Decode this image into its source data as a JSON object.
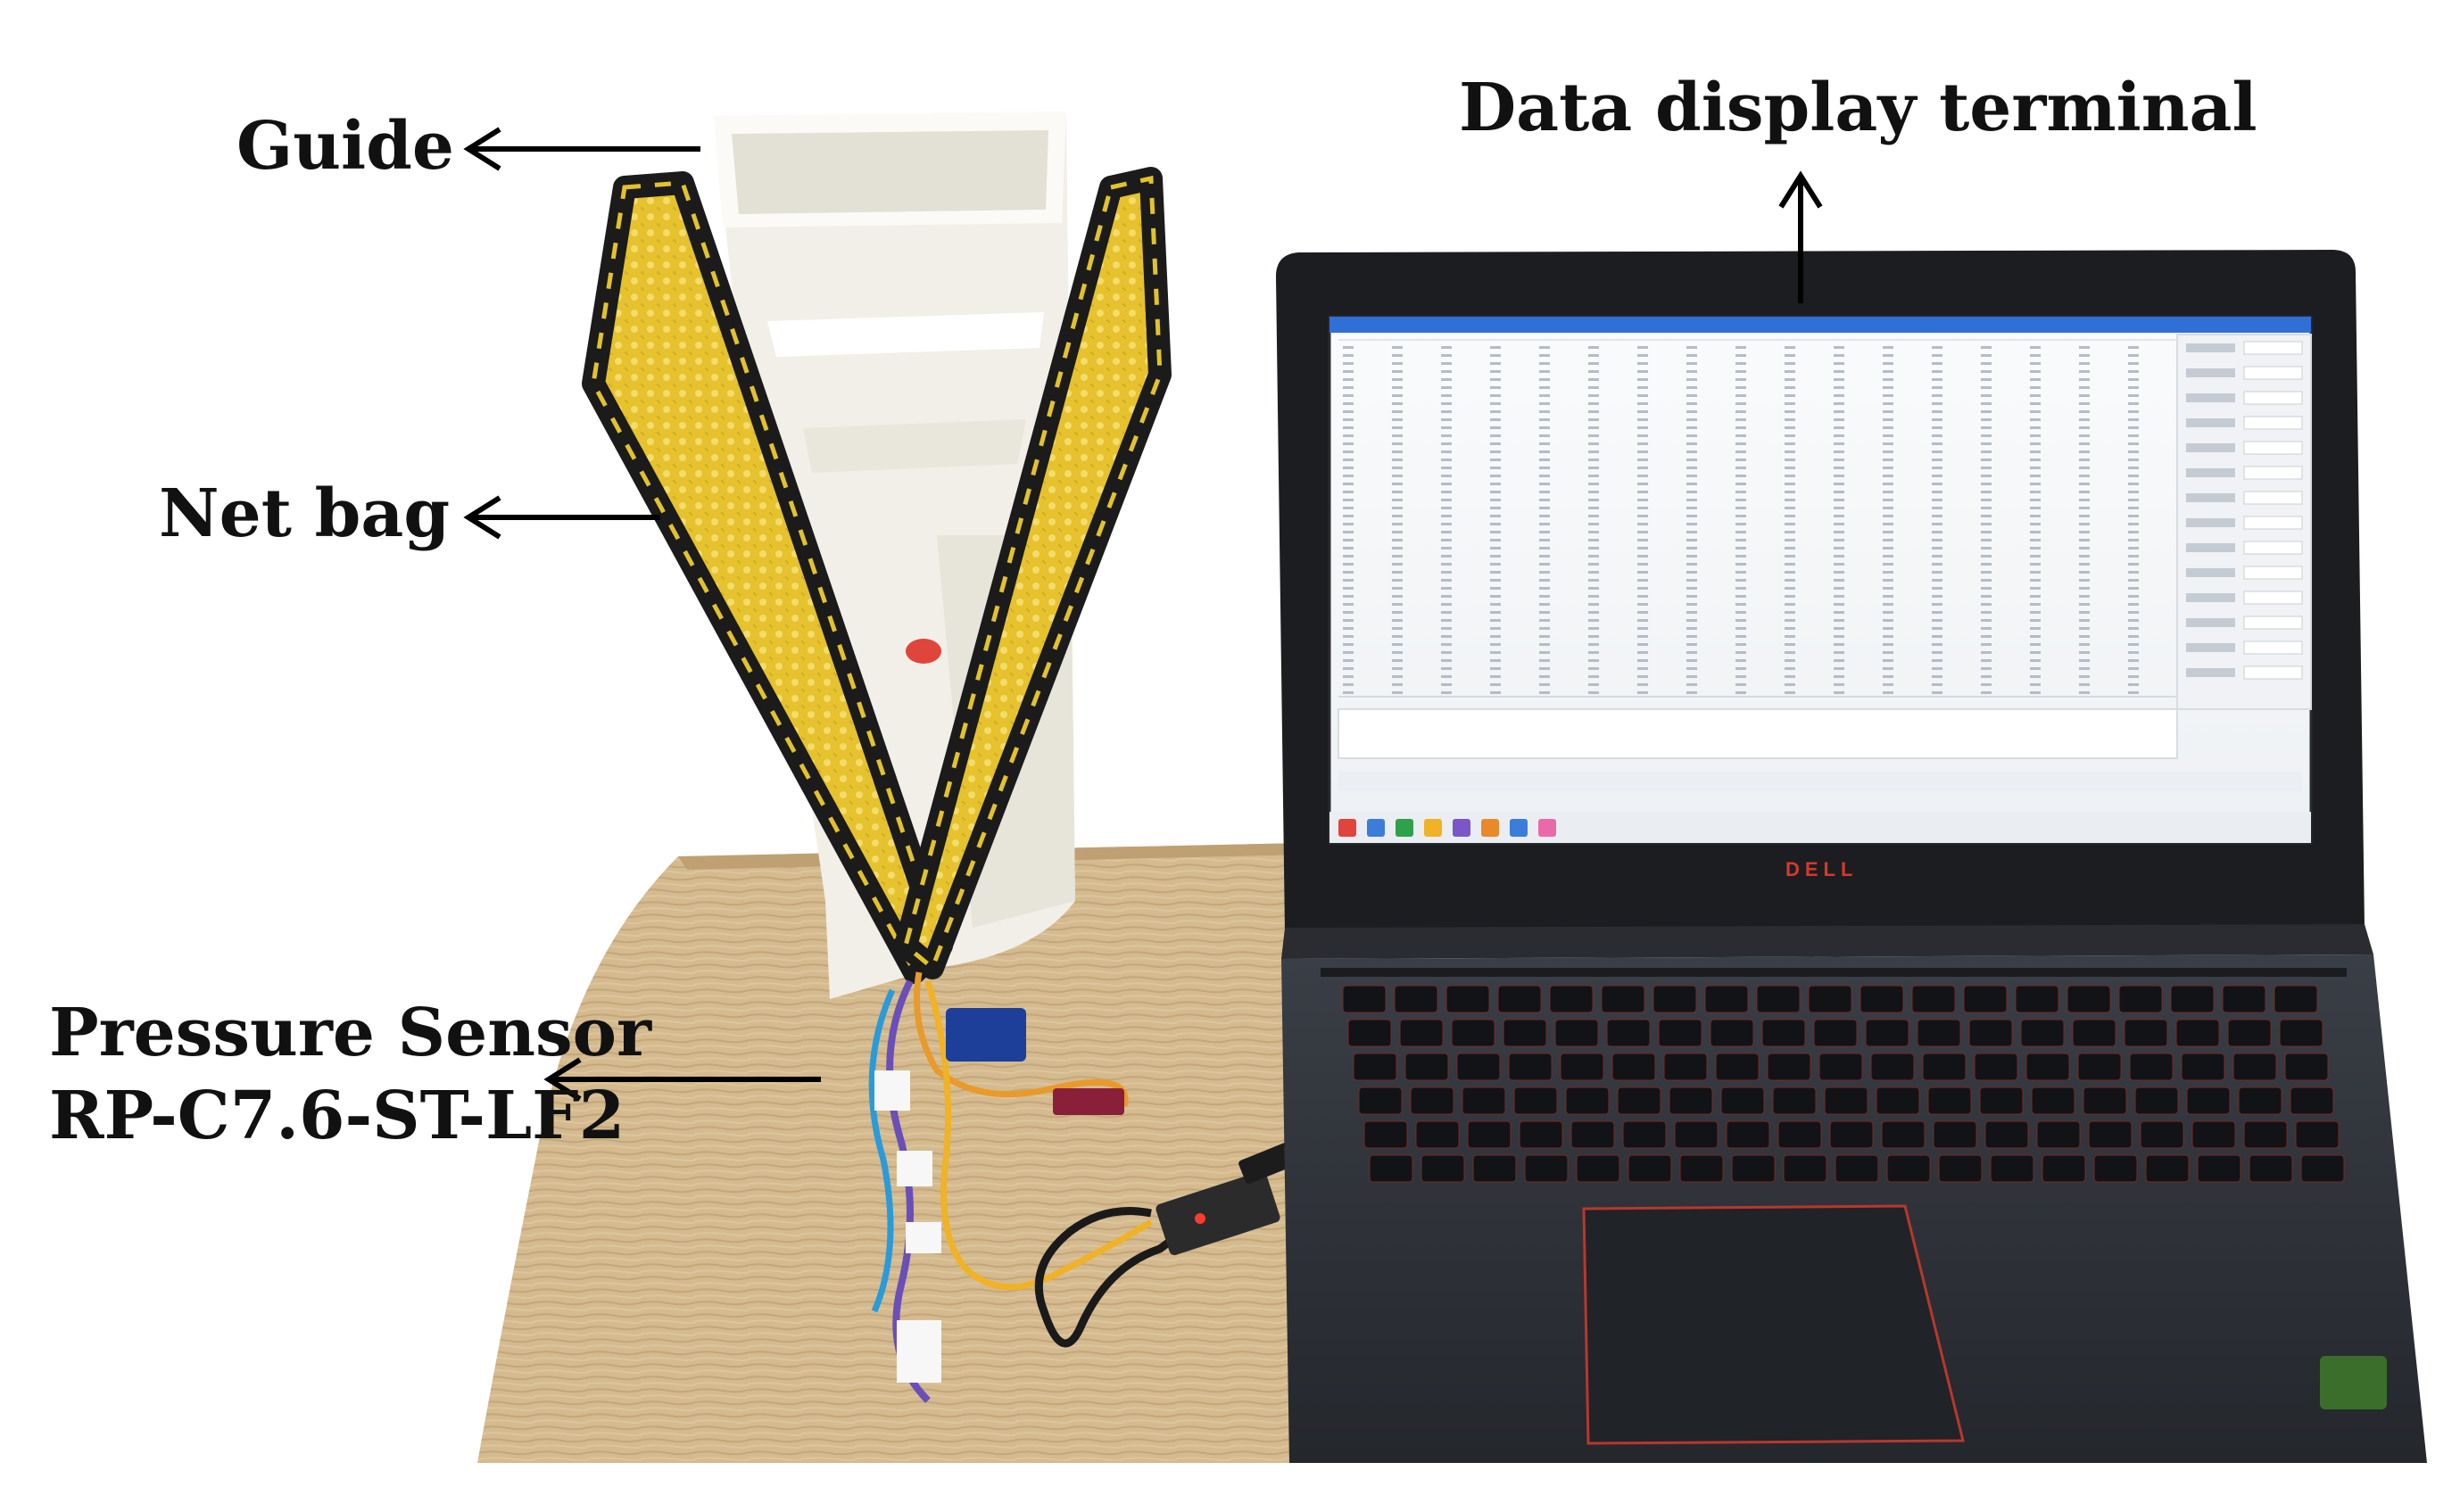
{
  "annotations": {
    "guide": "Guide",
    "net_bag": "Net bag",
    "data_display_terminal": "Data display terminal",
    "pressure_sensor_line1": "Pressure Sensor",
    "pressure_sensor_line2": "RP-C7.6-ST-LF2"
  },
  "laptop": {
    "brand": "DELL"
  },
  "colors": {
    "net_yellow": "#e7c531",
    "frame_black": "#1b1b1b",
    "guide_white": "#f3f1ea",
    "desk_wood": "#d2b88c",
    "laptop_body": "#2c2f35",
    "key_red": "#c83a2c",
    "screen_bg": "#f4f6f8",
    "title_bar": "#2f6fd6"
  }
}
